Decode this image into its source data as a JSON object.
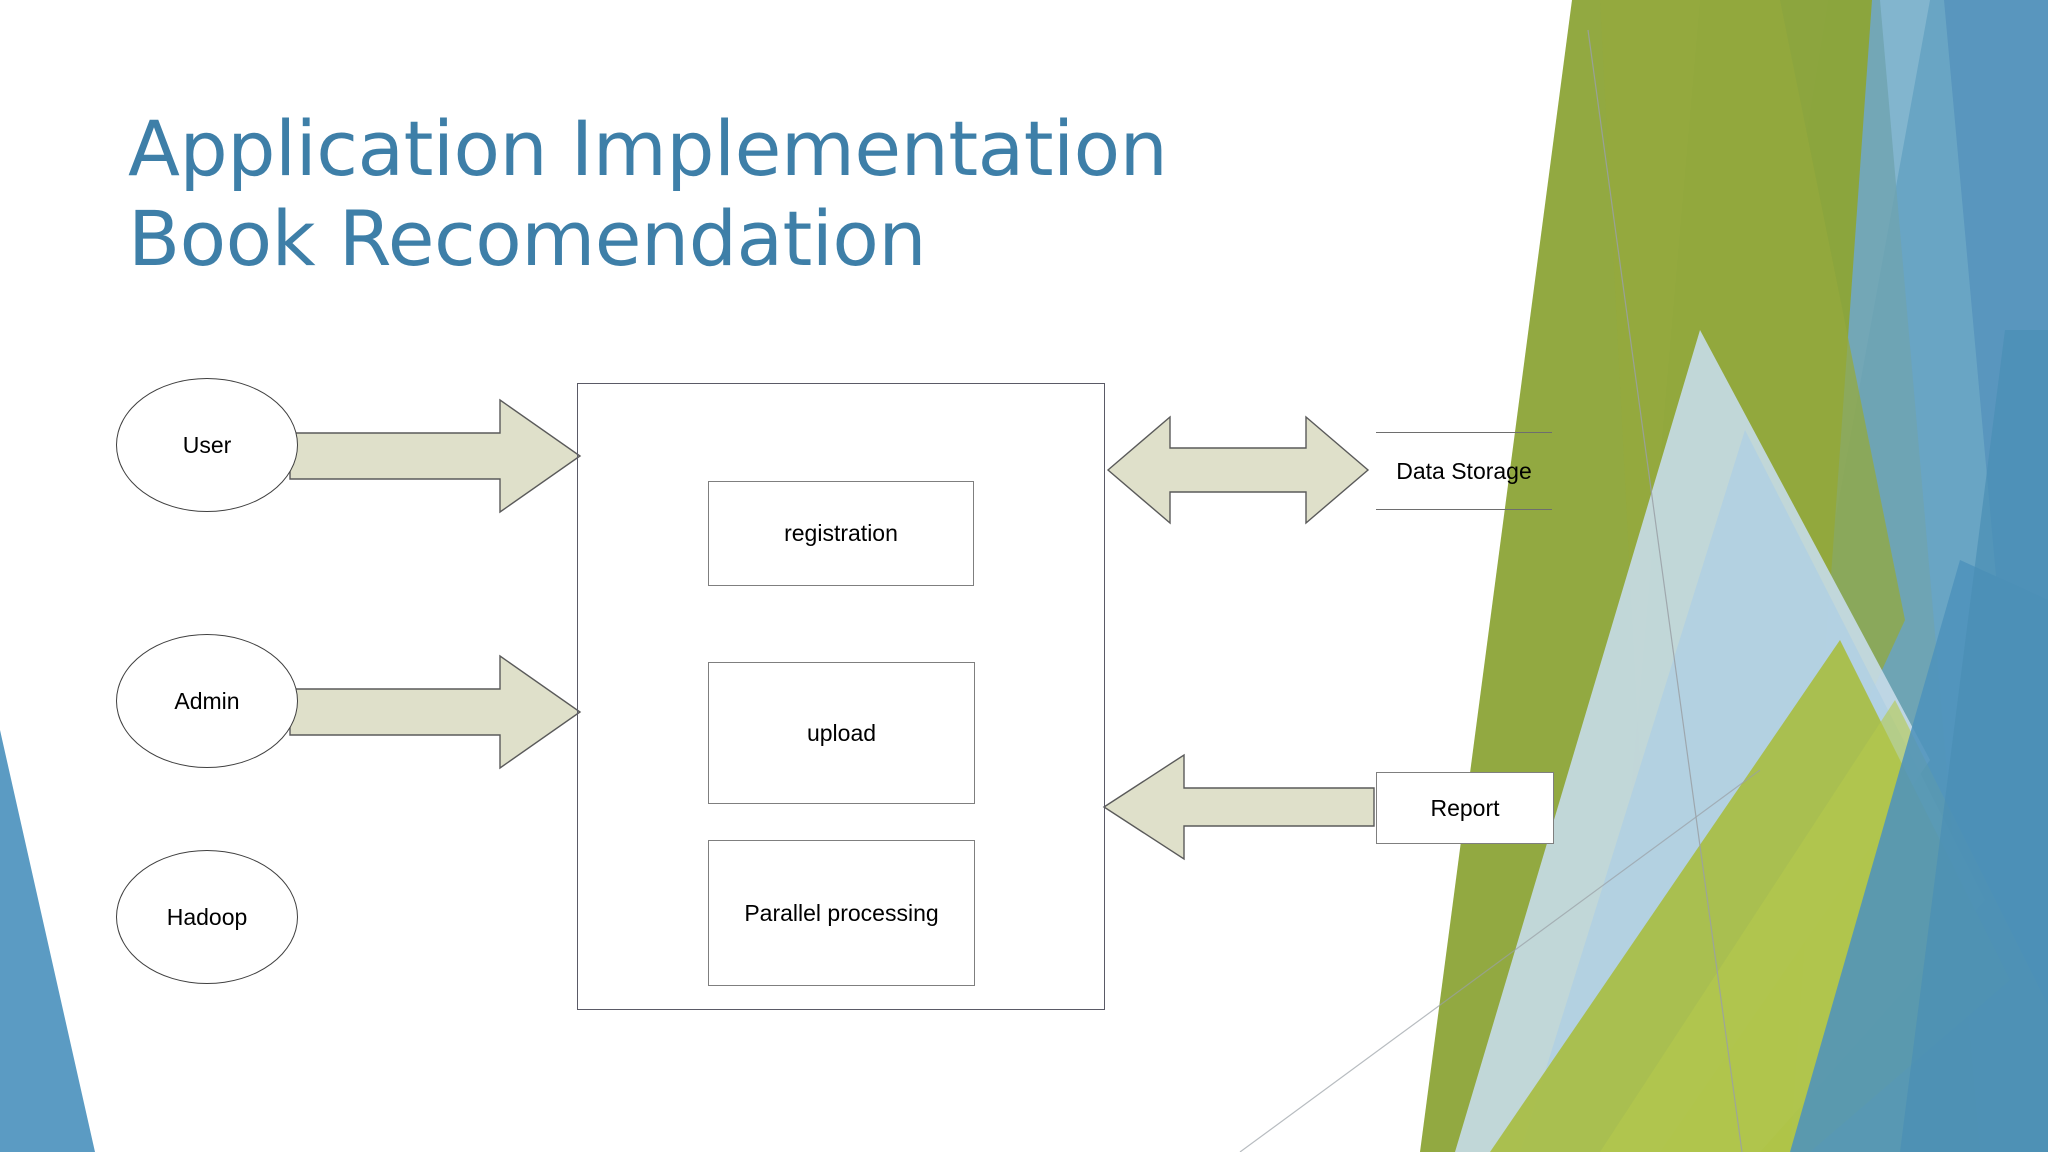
{
  "slide": {
    "title_line_1": "Application Implementation",
    "title_line_2": "Book Recomendation",
    "title_color": "#3E7FA8",
    "background_color": "#FFFFFF"
  },
  "theme": {
    "name": "facet",
    "accent_green": "#8CA437",
    "accent_green_light": "#A8BD43",
    "accent_blue": "#5B9BC3",
    "accent_blue_dark": "#4A8FB5",
    "accent_blue_pale": "#C6DCE9",
    "accent_teal": "#6FA4B0",
    "corner_blue": "#5B9BC3"
  },
  "diagram": {
    "actors": [
      {
        "id": "user",
        "label": "User"
      },
      {
        "id": "admin",
        "label": "Admin"
      },
      {
        "id": "hadoop",
        "label": "Hadoop"
      }
    ],
    "modules": [
      {
        "id": "registration",
        "label": "registration"
      },
      {
        "id": "upload",
        "label": "upload"
      },
      {
        "id": "parallel",
        "label": "Parallel processing"
      }
    ],
    "external": [
      {
        "id": "data-storage",
        "label": "Data Storage",
        "shape": "open-rules"
      },
      {
        "id": "report",
        "label": "Report",
        "shape": "rectangle"
      }
    ],
    "arrows": [
      {
        "id": "user-to-system",
        "direction": "right",
        "from": "User",
        "to": "system"
      },
      {
        "id": "admin-to-system",
        "direction": "right",
        "from": "Admin",
        "to": "system"
      },
      {
        "id": "system-to-data-storage",
        "direction": "both",
        "from": "system",
        "to": "Data Storage"
      },
      {
        "id": "report-to-system",
        "direction": "left",
        "from": "Report",
        "to": "system"
      }
    ],
    "arrow_fill": "#DFE0CA",
    "arrow_stroke": "#5A5A5A"
  }
}
